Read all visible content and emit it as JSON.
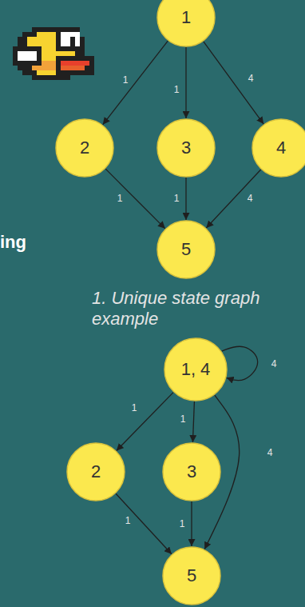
{
  "diagram": {
    "caption": "1. Unique state graph example",
    "nodes": [
      {
        "text": [
          "1"
        ]
      },
      {
        "text": [
          "2"
        ]
      },
      {
        "text": [
          "3"
        ]
      },
      {
        "text": [
          "4"
        ]
      },
      {
        "text": [
          "5"
        ]
      },
      {
        "text": [
          "1, 4"
        ]
      },
      {
        "text": [
          "2"
        ]
      },
      {
        "text": [
          "3"
        ]
      },
      {
        "text": [
          "5"
        ]
      }
    ],
    "edges": [
      {
        "from": 0,
        "to": 1,
        "arrow": "to",
        "label": "1"
      },
      {
        "from": 0,
        "to": 2,
        "arrow": "to",
        "label": "1"
      },
      {
        "from": 0,
        "to": 3,
        "arrow": "to",
        "label": "4"
      },
      {
        "from": 1,
        "to": 4,
        "arrow": "to",
        "label": "1"
      },
      {
        "from": 2,
        "to": 4,
        "arrow": "to",
        "label": "1"
      },
      {
        "from": 3,
        "to": 4,
        "arrow": "to",
        "label": "4"
      },
      {
        "from": 5,
        "to": 5,
        "arrow": "to",
        "label": "4"
      },
      {
        "from": 5,
        "to": 6,
        "arrow": "to",
        "label": "1"
      },
      {
        "from": 5,
        "to": 7,
        "arrow": "to",
        "label": "1"
      },
      {
        "from": 5,
        "to": 8,
        "arrow": "to",
        "label": "4"
      },
      {
        "from": 6,
        "to": 8,
        "arrow": "to",
        "label": "1"
      },
      {
        "from": 7,
        "to": 8,
        "arrow": "to",
        "label": "1"
      }
    ],
    "labels": [
      "ing"
    ]
  }
}
